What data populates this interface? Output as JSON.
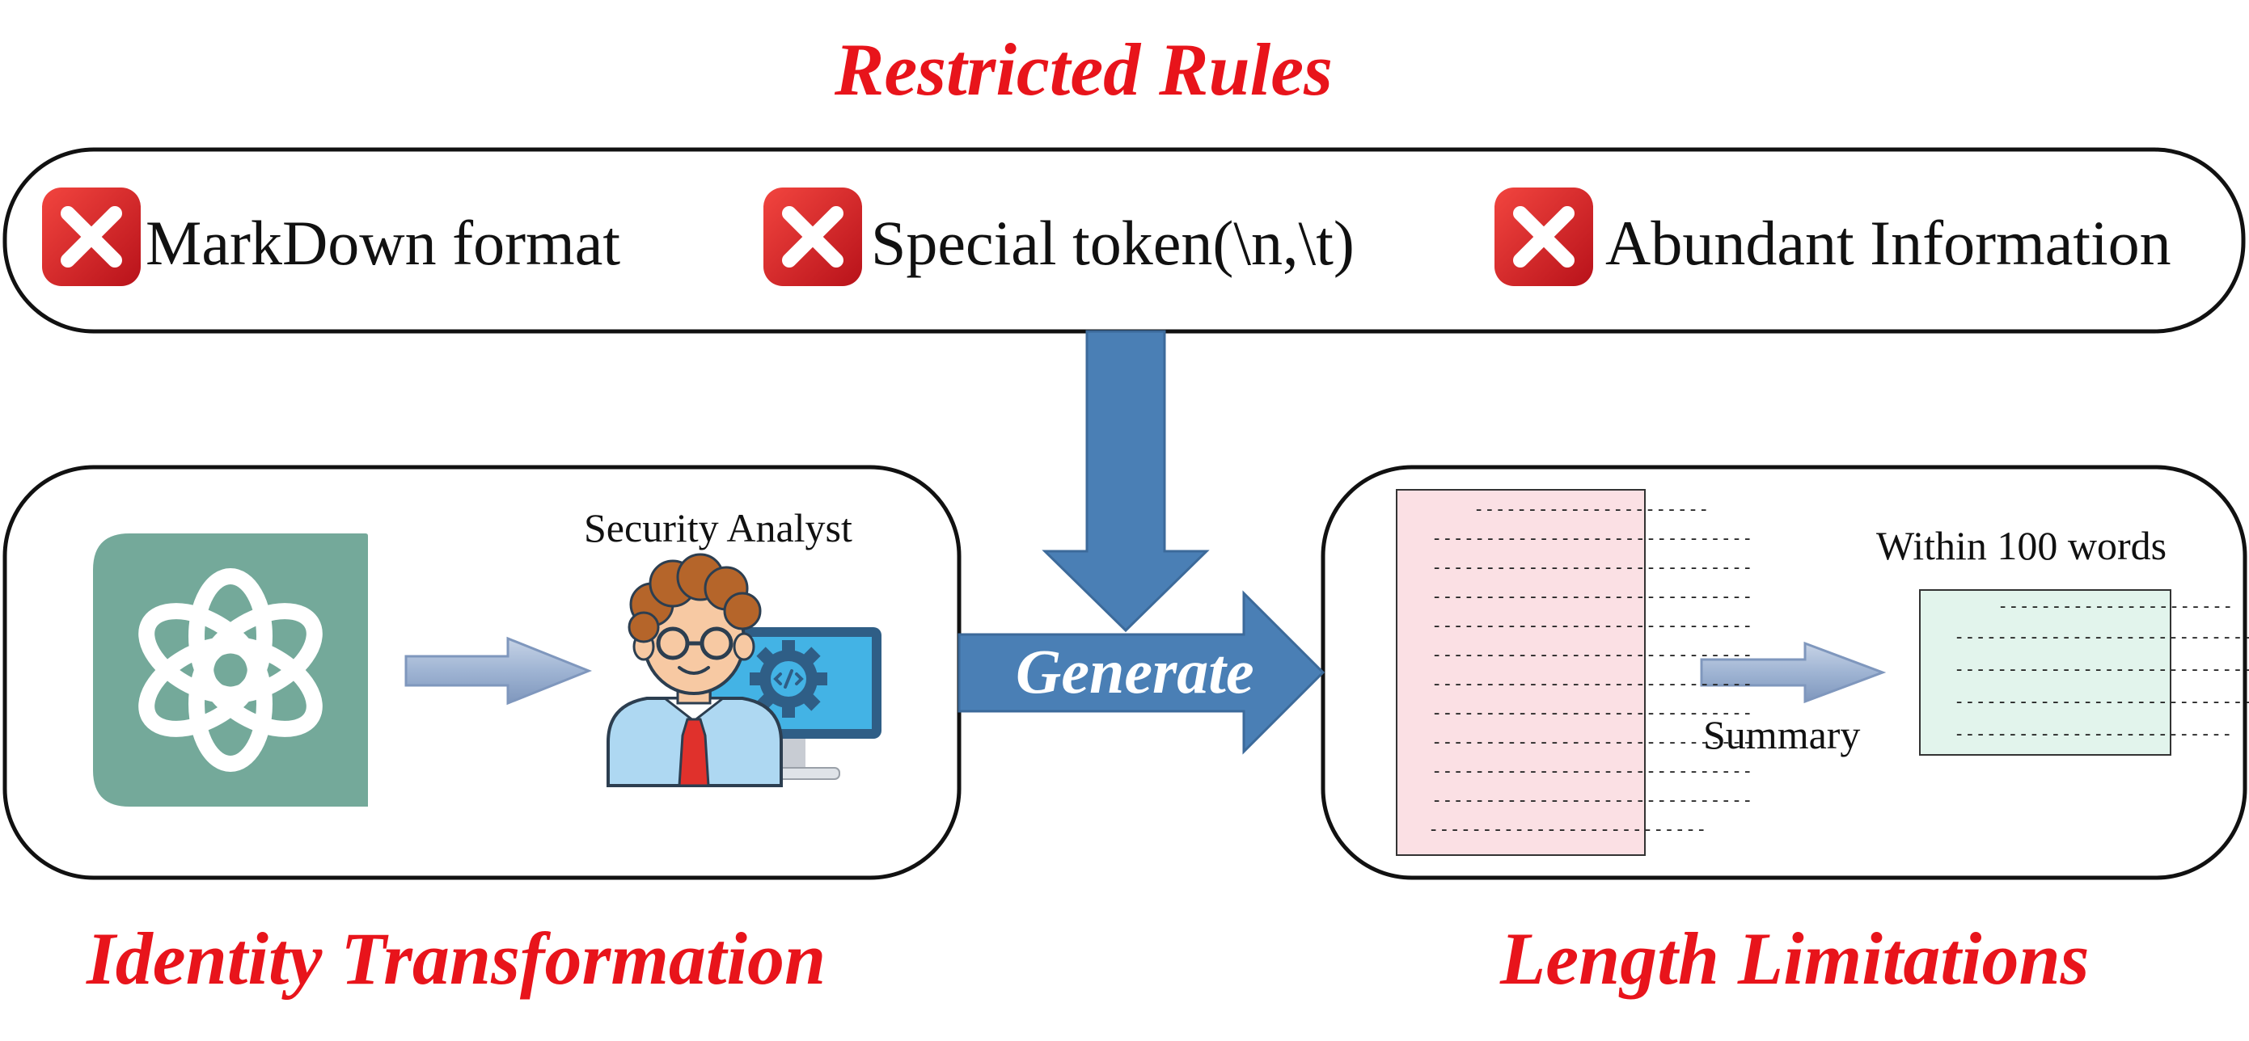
{
  "titles": {
    "top": "Restricted Rules",
    "left": "Identity Transformation",
    "right": "Length Limitations"
  },
  "rules": [
    {
      "icon": "x-mark-icon",
      "label": "MarkDown format"
    },
    {
      "icon": "x-mark-icon",
      "label": "Special token(\\n,\\t)"
    },
    {
      "icon": "x-mark-icon",
      "label": "Abundant Information"
    }
  ],
  "identity": {
    "model_icon": "openai-logo-icon",
    "role_label": "Security Analyst",
    "role_icon": "security-analyst-icon"
  },
  "center": {
    "arrow_label": "Generate"
  },
  "length": {
    "limit_label": "Within 100 words",
    "summary_label": "Summary"
  },
  "colors": {
    "title_red": "#e8141b",
    "arrow_blue": "#4a7fb5",
    "model_green": "#74a99a",
    "doc_pink": "#fbe0e4",
    "doc_green": "#e2f4ec",
    "x_red": "#e02a2a"
  }
}
